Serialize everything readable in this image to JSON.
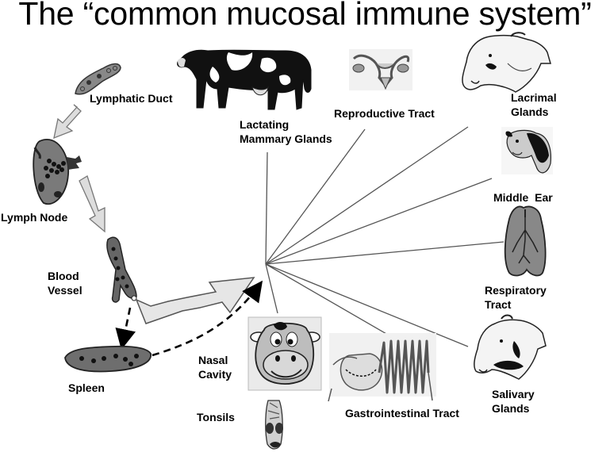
{
  "title": "The “common mucosal immune system”",
  "labels": {
    "lymphatic_duct": "Lymphatic Duct",
    "lymph_node": "Lymph Node",
    "blood_vessel_1": "Blood",
    "blood_vessel_2": "Vessel",
    "spleen": "Spleen",
    "nasal_cavity_1": "Nasal",
    "nasal_cavity_2": "Cavity",
    "tonsils": "Tonsils",
    "lactating_1": "Lactating",
    "lactating_2": "Mammary Glands",
    "reproductive_tract": "Reproductive Tract",
    "lacrimal_1": "Lacrimal",
    "lacrimal_2": "Glands",
    "middle_ear": "Middle  Ear",
    "respiratory_1": "Respiratory",
    "respiratory_2": "Tract",
    "salivary_1": "Salivary",
    "salivary_2": "Glands",
    "gastrointestinal_tract": "Gastrointestinal Tract"
  }
}
